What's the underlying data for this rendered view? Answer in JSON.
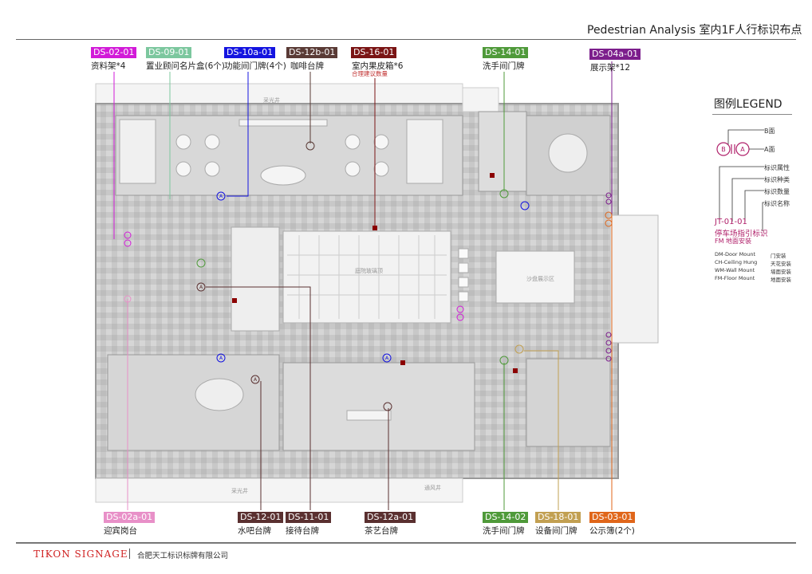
{
  "header": {
    "title": "Pedestrian Analysis    室内1F人行标识布点"
  },
  "top_labels": [
    {
      "code": "DS-02-01",
      "caption": "资料架*4",
      "color": "#d21ad8"
    },
    {
      "code": "DS-09-01",
      "caption": "置业顾问名片盒(6个)",
      "color": "#7cc79e"
    },
    {
      "code": "DS-10a-01",
      "caption": "功能间门牌(4个)",
      "color": "#1414e0"
    },
    {
      "code": "DS-12b-01",
      "caption": "咖啡台牌",
      "color": "#5a3b36"
    },
    {
      "code": "DS-16-01",
      "caption": "室内果皮箱*6",
      "note": "合理建议数量",
      "color": "#7a1414"
    },
    {
      "code": "DS-14-01",
      "caption": "洗手间门牌",
      "color": "#4f9a3a"
    },
    {
      "code": "DS-04a-01",
      "caption": "展示架*12",
      "color": "#7c1e8c"
    }
  ],
  "bottom_labels": [
    {
      "code": "DS-02a-01",
      "caption": "迎宾岗台",
      "color": "#e890c8"
    },
    {
      "code": "DS-12-01",
      "caption": "水吧台牌",
      "color": "#5a3030"
    },
    {
      "code": "DS-11-01",
      "caption": "接待台牌",
      "color": "#5a3030"
    },
    {
      "code": "DS-12a-01",
      "caption": "茶艺台牌",
      "color": "#5a3030"
    },
    {
      "code": "DS-14-02",
      "caption": "洗手间门牌",
      "color": "#4f9a3a"
    },
    {
      "code": "DS-18-01",
      "caption": "设备间门牌",
      "color": "#c2a052"
    },
    {
      "code": "DS-03-01",
      "caption": "公示簿(2个)",
      "color": "#e0661a"
    }
  ],
  "plan": {
    "rooms": [
      "采光井",
      "庭院玻璃顶",
      "沙盘展示区",
      "采光井",
      "通风井"
    ],
    "marker_a": "A",
    "marker_b": "B"
  },
  "legend": {
    "title": "图例LEGEND",
    "b_face": "B面",
    "a_face": "A面",
    "attr": "标识属性",
    "type": "标识种类",
    "qty": "标识数量",
    "name": "标识名称",
    "example_code": "JT-01-01",
    "example_name": "停车场指引标识",
    "example_mount": "FM  地面安装",
    "mounts": [
      {
        "code": "DM-Door Mount",
        "cn": "门安装"
      },
      {
        "code": "CH-Ceiling Hung",
        "cn": "天花安装"
      },
      {
        "code": "WM-Wall Mount",
        "cn": "墙面安装"
      },
      {
        "code": "FM-Floor Mount",
        "cn": "地面安装"
      }
    ]
  },
  "footer": {
    "brand": "TIKON SIGNAGE",
    "company": "合肥天工标识标牌有限公司"
  }
}
